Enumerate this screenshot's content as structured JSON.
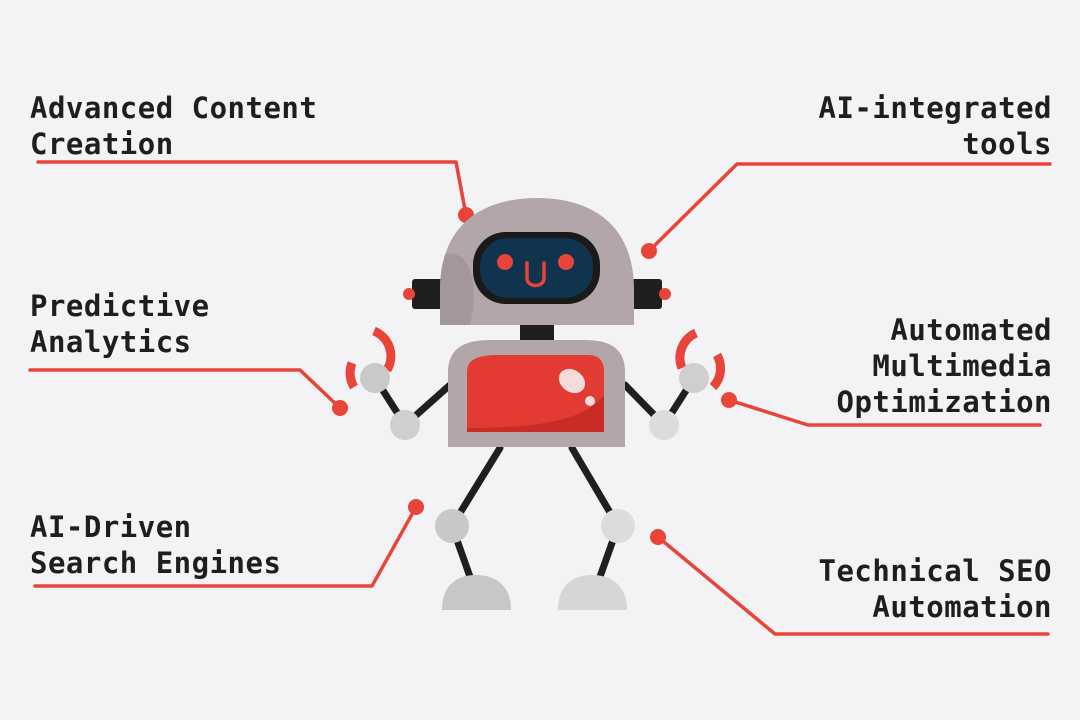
{
  "colors": {
    "background": "#f3f2f4",
    "accent": "#e8443a",
    "text": "#1e1e1e",
    "robot_body": "#b3a6a8",
    "robot_dark": "#1f1f1f",
    "visor": "#10334e",
    "joint": "#c8c8c8"
  },
  "features": {
    "top_left": [
      "Advanced Content",
      "Creation"
    ],
    "mid_left": [
      "Predictive",
      "Analytics"
    ],
    "bottom_left": [
      "AI-Driven",
      "Search Engines"
    ],
    "top_right": [
      "AI-integrated",
      "tools"
    ],
    "mid_right": [
      "Automated",
      "Multimedia",
      "Optimization"
    ],
    "bottom_right": [
      "Technical SEO",
      "Automation"
    ]
  },
  "icons": {
    "robot": "robot-icon"
  }
}
